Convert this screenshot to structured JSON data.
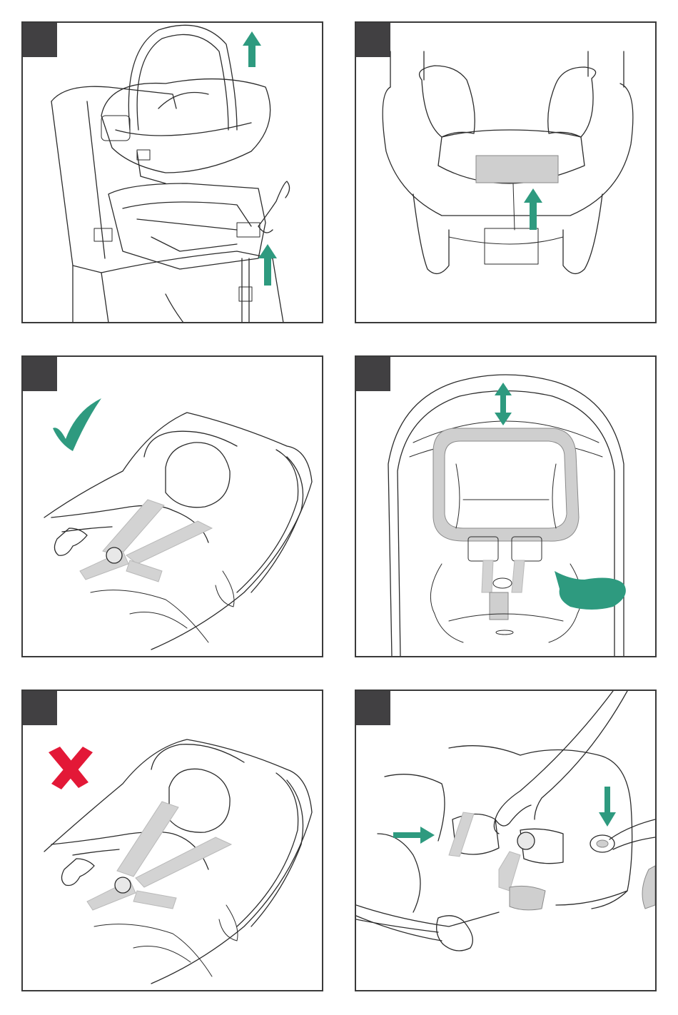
{
  "colors": {
    "panel_border": "#3a3a3a",
    "step_tag": "#414042",
    "accent_teal": "#2e9a7f",
    "error_red": "#e31837",
    "strap_grey": "#d3d3d3"
  },
  "panels": [
    {
      "id": "panel-1",
      "icon": "lift-carrier-from-base-illustration"
    },
    {
      "id": "panel-2",
      "icon": "pull-shell-release-illustration"
    },
    {
      "id": "panel-3",
      "icon": "correct-harness-fit-illustration",
      "marker": "check-icon"
    },
    {
      "id": "panel-4",
      "icon": "headrest-height-adjust-illustration",
      "marker": "speech-bubble-icon"
    },
    {
      "id": "panel-5",
      "icon": "incorrect-harness-fit-illustration",
      "marker": "cross-icon"
    },
    {
      "id": "panel-6",
      "icon": "buckle-and-tighten-illustration"
    }
  ]
}
